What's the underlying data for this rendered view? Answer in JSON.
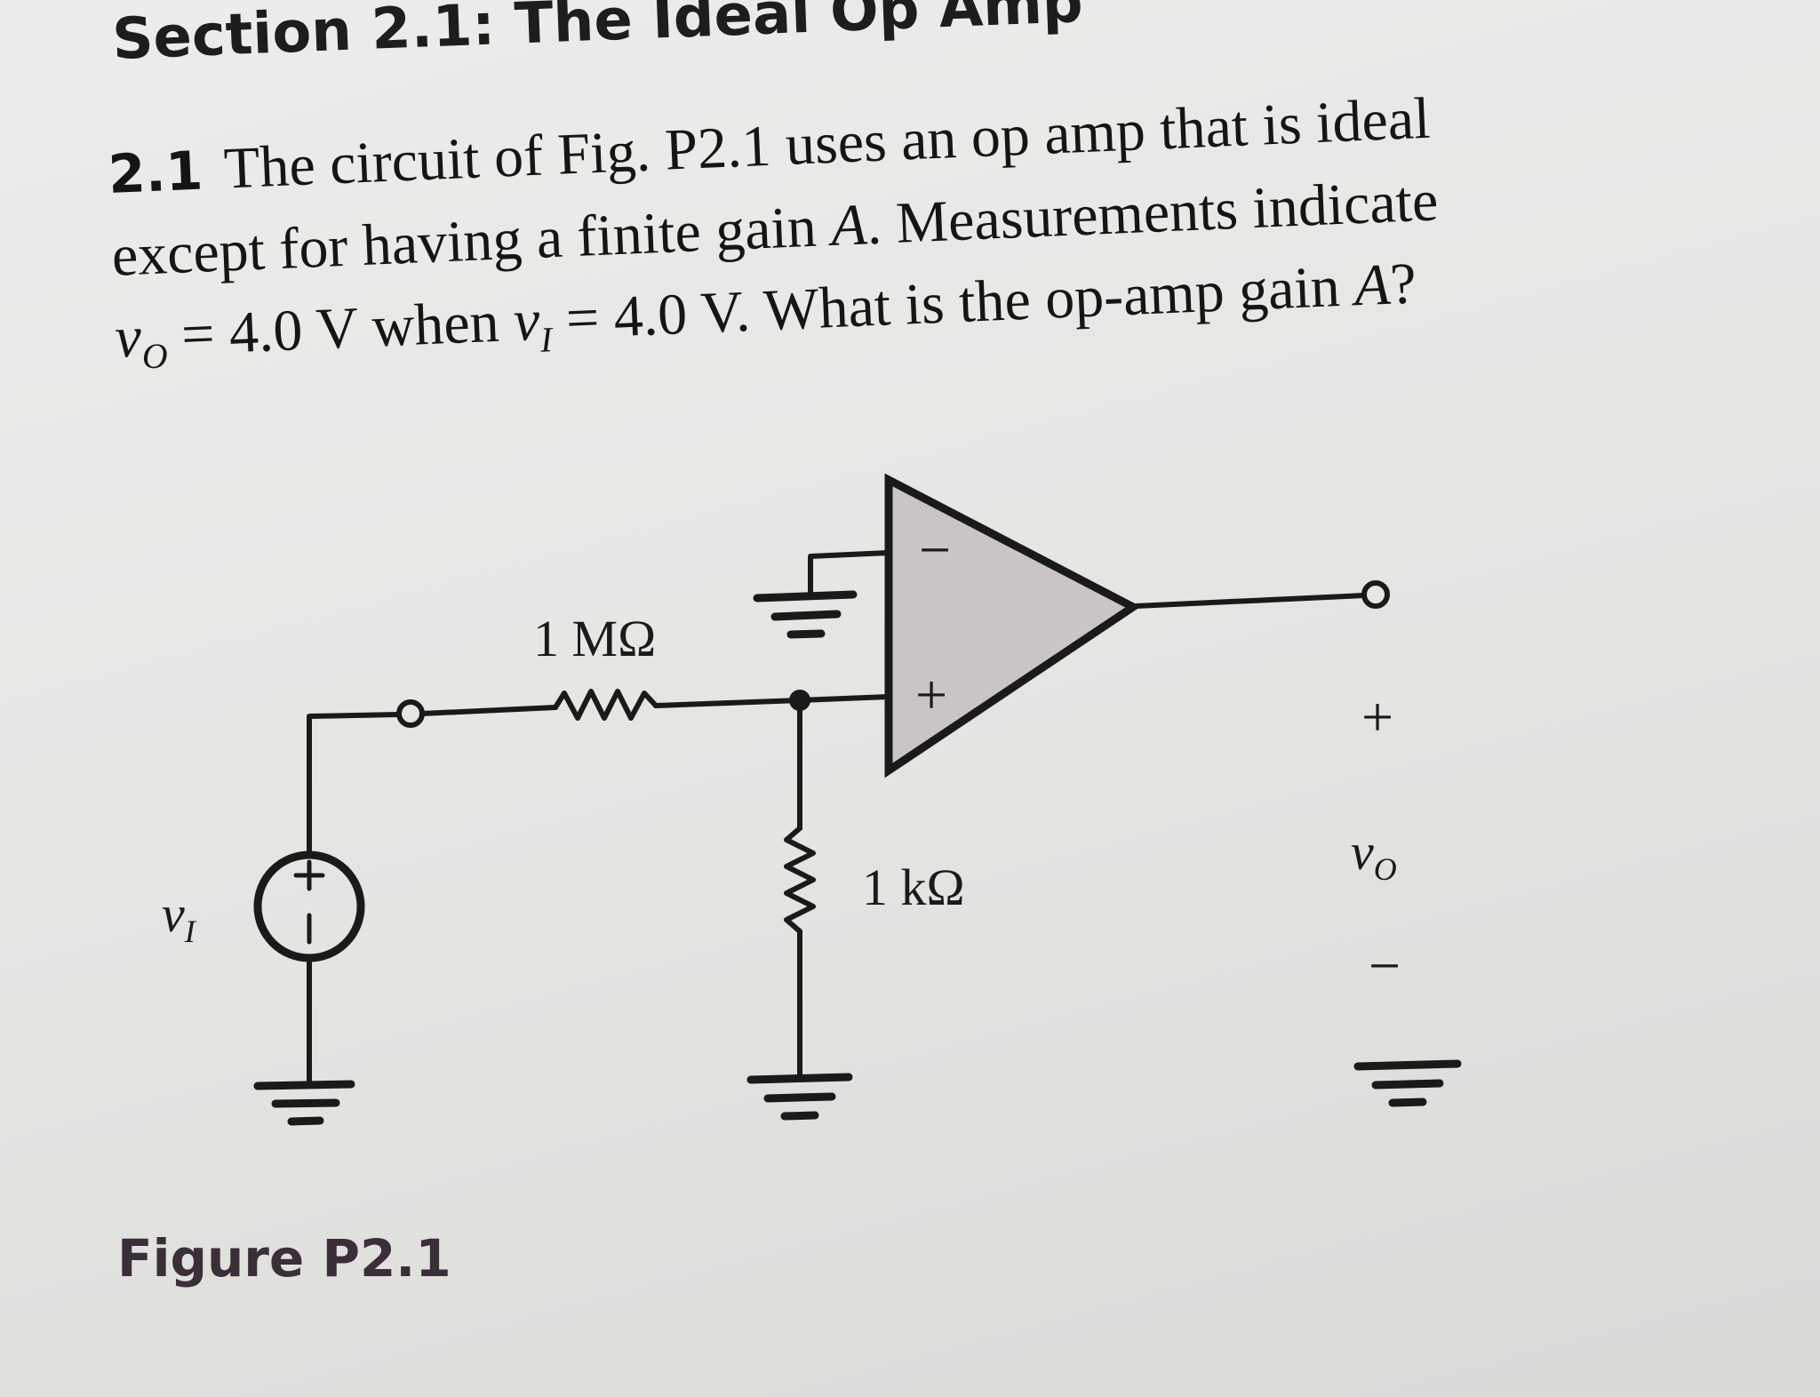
{
  "section_heading": "Section 2.1: The Ideal Op Amp",
  "problem": {
    "number": "2.1",
    "line1_text": "The circuit of Fig. P2.1 uses an op amp that is ideal",
    "line2_prefix": "except for having a finite gain ",
    "line2_var": "A",
    "line2_suffix": ". Measurements indicate",
    "line3_vo": "v",
    "line3_vo_sub": "O",
    "line3_eq1": " = 4.0 V when ",
    "line3_vi": "v",
    "line3_vi_sub": "I",
    "line3_eq2": " = 4.0 V. What is the op-amp gain ",
    "line3_var": "A",
    "line3_end": "?"
  },
  "circuit": {
    "resistor_top_label": "1 MΩ",
    "resistor_shunt_label": "1 kΩ",
    "opamp_minus": "−",
    "opamp_plus": "+",
    "source_label_v": "v",
    "source_label_sub": "I",
    "output_plus": "+",
    "output_label_v": "v",
    "output_label_sub": "O",
    "output_minus": "−"
  },
  "figure_caption": "Figure P2.1",
  "colors": {
    "opamp_fill": "#c9c4c6",
    "wire": "#1a1a1a",
    "caption": "#3a2f38"
  }
}
